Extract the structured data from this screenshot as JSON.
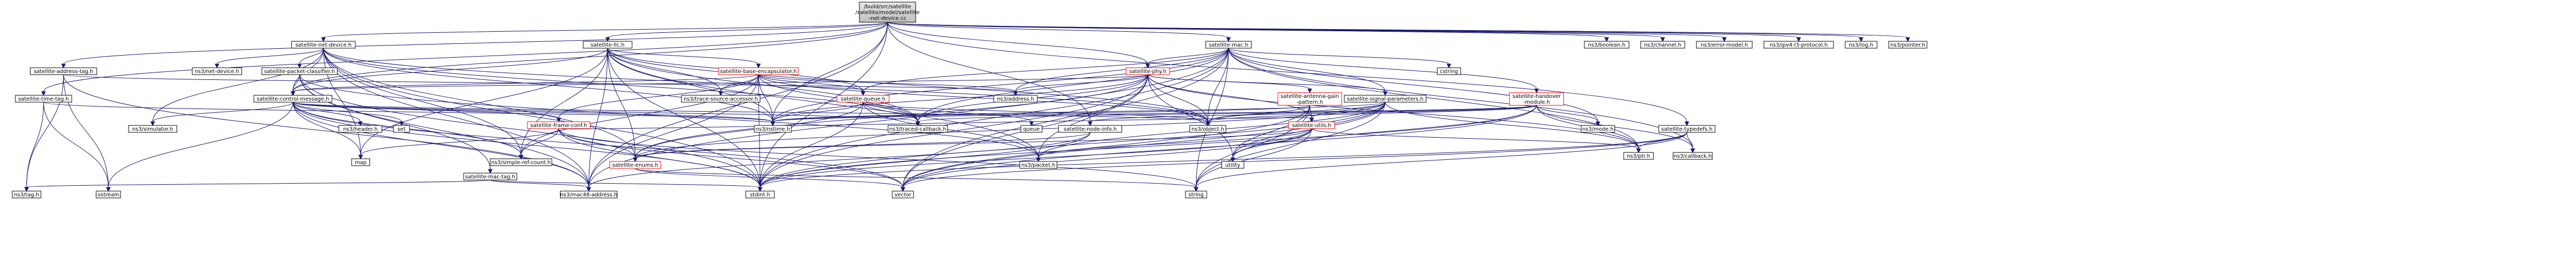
{
  "graph": {
    "root": "n0",
    "nodes": [
      {
        "id": "n0",
        "lines": [
          "/build/src/satellite",
          "/satellite/model/satellite",
          "-net-device.cc"
        ],
        "style": "root"
      },
      {
        "id": "n1",
        "lines": [
          "satellite-net-device.h"
        ],
        "style": "normal"
      },
      {
        "id": "n2",
        "lines": [
          "satellite-address-tag.h"
        ],
        "style": "normal"
      },
      {
        "id": "n3",
        "lines": [
          "satellite-time-tag.h"
        ],
        "style": "normal"
      },
      {
        "id": "n4",
        "lines": [
          "satellite-llc.h"
        ],
        "style": "normal"
      },
      {
        "id": "n5",
        "lines": [
          "satellite-mac.h"
        ],
        "style": "normal"
      },
      {
        "id": "n6",
        "lines": [
          "satellite-typedefs.h"
        ],
        "style": "normal"
      },
      {
        "id": "n7",
        "lines": [
          "satellite-packet-classifier.h"
        ],
        "style": "normal"
      },
      {
        "id": "n8",
        "lines": [
          "ns3/net-device.h"
        ],
        "style": "normal"
      },
      {
        "id": "n9",
        "lines": [
          "satellite-base-encapsulator.h"
        ],
        "style": "red"
      },
      {
        "id": "n10",
        "lines": [
          "satellite-phy.h"
        ],
        "style": "red"
      },
      {
        "id": "n11",
        "lines": [
          "satellite-control-message.h"
        ],
        "style": "normal"
      },
      {
        "id": "n12",
        "lines": [
          "satellite-queue.h"
        ],
        "style": "red"
      },
      {
        "id": "n13",
        "lines": [
          "ns3/trace-source-accessor.h"
        ],
        "style": "normal"
      },
      {
        "id": "n14",
        "lines": [
          "ns3/address.h"
        ],
        "style": "normal"
      },
      {
        "id": "n15",
        "lines": [
          "satellite-antenna-gain",
          "-pattern.h"
        ],
        "style": "red"
      },
      {
        "id": "n16",
        "lines": [
          "satellite-signal-parameters.h"
        ],
        "style": "normal"
      },
      {
        "id": "n17",
        "lines": [
          "satellite-handover",
          "-module.h"
        ],
        "style": "red"
      },
      {
        "id": "n18",
        "lines": [
          "cstring"
        ],
        "style": "normal"
      },
      {
        "id": "n19",
        "lines": [
          "ns3/boolean.h"
        ],
        "style": "normal"
      },
      {
        "id": "n20",
        "lines": [
          "ns3/channel.h"
        ],
        "style": "normal"
      },
      {
        "id": "n21",
        "lines": [
          "ns3/error-model.h"
        ],
        "style": "normal"
      },
      {
        "id": "n22",
        "lines": [
          "ns3/ipv4-l3-protocol.h"
        ],
        "style": "normal"
      },
      {
        "id": "n23",
        "lines": [
          "ns3/log.h"
        ],
        "style": "normal"
      },
      {
        "id": "n24",
        "lines": [
          "ns3/pointer.h"
        ],
        "style": "normal"
      },
      {
        "id": "n25",
        "lines": [
          "ns3/simulator.h"
        ],
        "style": "normal"
      },
      {
        "id": "n26",
        "lines": [
          "ns3/header.h"
        ],
        "style": "normal"
      },
      {
        "id": "n27",
        "lines": [
          "set"
        ],
        "style": "normal"
      },
      {
        "id": "n28",
        "lines": [
          "satellite-frame-conf.h"
        ],
        "style": "red"
      },
      {
        "id": "n29",
        "lines": [
          "ns3/nstime.h"
        ],
        "style": "normal"
      },
      {
        "id": "n30",
        "lines": [
          "ns3/traced-callback.h"
        ],
        "style": "normal"
      },
      {
        "id": "n31",
        "lines": [
          "queue"
        ],
        "style": "normal"
      },
      {
        "id": "n32",
        "lines": [
          "satellite-node-info.h"
        ],
        "style": "normal"
      },
      {
        "id": "n33",
        "lines": [
          "ns3/object.h"
        ],
        "style": "normal"
      },
      {
        "id": "n34",
        "lines": [
          "satellite-utils.h"
        ],
        "style": "red"
      },
      {
        "id": "n35",
        "lines": [
          "ns3/mode.h"
        ],
        "style": "normal"
      },
      {
        "id": "n36",
        "lines": [
          "ns3/ptr.h"
        ],
        "style": "normal"
      },
      {
        "id": "n37",
        "lines": [
          "ns3/callback.h"
        ],
        "style": "normal"
      },
      {
        "id": "n38",
        "lines": [
          "ns3/tag.h"
        ],
        "style": "normal"
      },
      {
        "id": "n39",
        "lines": [
          "ostream"
        ],
        "style": "normal"
      },
      {
        "id": "n40",
        "lines": [
          "map"
        ],
        "style": "normal"
      },
      {
        "id": "n41",
        "lines": [
          "ns3/simple-ref-count.h"
        ],
        "style": "normal"
      },
      {
        "id": "n42",
        "lines": [
          "satellite-mac-tag.h"
        ],
        "style": "normal"
      },
      {
        "id": "n43",
        "lines": [
          "ns3/mac48-address.h"
        ],
        "style": "normal"
      },
      {
        "id": "n44",
        "lines": [
          "stdint.h"
        ],
        "style": "normal"
      },
      {
        "id": "n45",
        "lines": [
          "satellite-enums.h"
        ],
        "style": "red"
      },
      {
        "id": "n46",
        "lines": [
          "vector"
        ],
        "style": "normal"
      },
      {
        "id": "n47",
        "lines": [
          "ns3/packet.h"
        ],
        "style": "normal"
      },
      {
        "id": "n48",
        "lines": [
          "string"
        ],
        "style": "normal"
      },
      {
        "id": "n49",
        "lines": [
          "utility"
        ],
        "style": "normal"
      }
    ],
    "edges": [
      [
        "n0",
        "n1"
      ],
      [
        "n0",
        "n2"
      ],
      [
        "n0",
        "n3"
      ],
      [
        "n0",
        "n4"
      ],
      [
        "n0",
        "n5"
      ],
      [
        "n0",
        "n6"
      ],
      [
        "n0",
        "n10"
      ],
      [
        "n0",
        "n11"
      ],
      [
        "n0",
        "n19"
      ],
      [
        "n0",
        "n20"
      ],
      [
        "n0",
        "n21"
      ],
      [
        "n0",
        "n22"
      ],
      [
        "n0",
        "n23"
      ],
      [
        "n0",
        "n24"
      ],
      [
        "n0",
        "n29"
      ],
      [
        "n0",
        "n32"
      ],
      [
        "n0",
        "n43"
      ],
      [
        "n0",
        "n44"
      ],
      [
        "n1",
        "n7"
      ],
      [
        "n1",
        "n8"
      ],
      [
        "n1",
        "n11"
      ],
      [
        "n1",
        "n25"
      ],
      [
        "n1",
        "n29"
      ],
      [
        "n1",
        "n30"
      ],
      [
        "n1",
        "n33"
      ],
      [
        "n1",
        "n40"
      ],
      [
        "n1",
        "n41"
      ],
      [
        "n1",
        "n43"
      ],
      [
        "n1",
        "n44"
      ],
      [
        "n1",
        "n45"
      ],
      [
        "n2",
        "n14"
      ],
      [
        "n2",
        "n38"
      ],
      [
        "n2",
        "n39"
      ],
      [
        "n2",
        "n43"
      ],
      [
        "n3",
        "n29"
      ],
      [
        "n3",
        "n38"
      ],
      [
        "n3",
        "n39"
      ],
      [
        "n4",
        "n9"
      ],
      [
        "n4",
        "n11"
      ],
      [
        "n4",
        "n12"
      ],
      [
        "n4",
        "n13"
      ],
      [
        "n4",
        "n29"
      ],
      [
        "n4",
        "n30"
      ],
      [
        "n4",
        "n33"
      ],
      [
        "n4",
        "n40"
      ],
      [
        "n4",
        "n41"
      ],
      [
        "n4",
        "n43"
      ],
      [
        "n4",
        "n44"
      ],
      [
        "n4",
        "n45"
      ],
      [
        "n4",
        "n47"
      ],
      [
        "n5",
        "n10"
      ],
      [
        "n5",
        "n12"
      ],
      [
        "n5",
        "n14"
      ],
      [
        "n5",
        "n16"
      ],
      [
        "n5",
        "n17"
      ],
      [
        "n5",
        "n18"
      ],
      [
        "n5",
        "n29"
      ],
      [
        "n5",
        "n30"
      ],
      [
        "n5",
        "n33"
      ],
      [
        "n5",
        "n35"
      ],
      [
        "n5",
        "n36"
      ],
      [
        "n5",
        "n37"
      ],
      [
        "n5",
        "n43"
      ],
      [
        "n5",
        "n44"
      ],
      [
        "n5",
        "n46"
      ],
      [
        "n5",
        "n48"
      ],
      [
        "n6",
        "n36"
      ],
      [
        "n6",
        "n37"
      ],
      [
        "n6",
        "n44"
      ],
      [
        "n6",
        "n46"
      ],
      [
        "n6",
        "n48"
      ],
      [
        "n7",
        "n11"
      ],
      [
        "n7",
        "n42"
      ],
      [
        "n7",
        "n43"
      ],
      [
        "n7",
        "n44"
      ],
      [
        "n7",
        "n47"
      ],
      [
        "n9",
        "n11"
      ],
      [
        "n9",
        "n12"
      ],
      [
        "n9",
        "n13"
      ],
      [
        "n9",
        "n14"
      ],
      [
        "n9",
        "n28"
      ],
      [
        "n9",
        "n29"
      ],
      [
        "n9",
        "n30"
      ],
      [
        "n9",
        "n33"
      ],
      [
        "n9",
        "n41"
      ],
      [
        "n9",
        "n43"
      ],
      [
        "n9",
        "n44"
      ],
      [
        "n10",
        "n11"
      ],
      [
        "n10",
        "n14"
      ],
      [
        "n10",
        "n15"
      ],
      [
        "n10",
        "n16"
      ],
      [
        "n10",
        "n29"
      ],
      [
        "n10",
        "n30"
      ],
      [
        "n10",
        "n33"
      ],
      [
        "n10",
        "n34"
      ],
      [
        "n10",
        "n36"
      ],
      [
        "n10",
        "n44"
      ],
      [
        "n10",
        "n45"
      ],
      [
        "n10",
        "n46"
      ],
      [
        "n10",
        "n47"
      ],
      [
        "n10",
        "n49"
      ],
      [
        "n11",
        "n25"
      ],
      [
        "n11",
        "n26"
      ],
      [
        "n11",
        "n27"
      ],
      [
        "n11",
        "n28"
      ],
      [
        "n11",
        "n29"
      ],
      [
        "n11",
        "n30"
      ],
      [
        "n11",
        "n33"
      ],
      [
        "n11",
        "n39"
      ],
      [
        "n11",
        "n40"
      ],
      [
        "n11",
        "n41"
      ],
      [
        "n11",
        "n43"
      ],
      [
        "n11",
        "n44"
      ],
      [
        "n11",
        "n46"
      ],
      [
        "n12",
        "n29"
      ],
      [
        "n12",
        "n30"
      ],
      [
        "n12",
        "n31"
      ],
      [
        "n12",
        "n33"
      ],
      [
        "n12",
        "n44"
      ],
      [
        "n12",
        "n45"
      ],
      [
        "n12",
        "n47"
      ],
      [
        "n15",
        "n29"
      ],
      [
        "n15",
        "n33"
      ],
      [
        "n15",
        "n34"
      ],
      [
        "n15",
        "n46"
      ],
      [
        "n15",
        "n48"
      ],
      [
        "n15",
        "n49"
      ],
      [
        "n16",
        "n29"
      ],
      [
        "n16",
        "n33"
      ],
      [
        "n16",
        "n34"
      ],
      [
        "n16",
        "n36"
      ],
      [
        "n16",
        "n44"
      ],
      [
        "n16",
        "n45"
      ],
      [
        "n16",
        "n46"
      ],
      [
        "n16",
        "n47"
      ],
      [
        "n16",
        "n48"
      ],
      [
        "n16",
        "n49"
      ],
      [
        "n17",
        "n29"
      ],
      [
        "n17",
        "n30"
      ],
      [
        "n17",
        "n32"
      ],
      [
        "n17",
        "n33"
      ],
      [
        "n17",
        "n35"
      ],
      [
        "n17",
        "n36"
      ],
      [
        "n17",
        "n37"
      ],
      [
        "n17",
        "n44"
      ],
      [
        "n17",
        "n46"
      ],
      [
        "n17",
        "n49"
      ],
      [
        "n28",
        "n34"
      ],
      [
        "n28",
        "n40"
      ],
      [
        "n28",
        "n41"
      ],
      [
        "n28",
        "n44"
      ],
      [
        "n28",
        "n45"
      ],
      [
        "n28",
        "n46"
      ],
      [
        "n28",
        "n48"
      ],
      [
        "n32",
        "n43"
      ],
      [
        "n32",
        "n44"
      ],
      [
        "n32",
        "n45"
      ],
      [
        "n34",
        "n36"
      ],
      [
        "n34",
        "n44"
      ],
      [
        "n34",
        "n45"
      ],
      [
        "n34",
        "n46"
      ],
      [
        "n34",
        "n47"
      ],
      [
        "n34",
        "n48"
      ],
      [
        "n34",
        "n49"
      ],
      [
        "n42",
        "n38"
      ],
      [
        "n42",
        "n43"
      ],
      [
        "n42",
        "n44"
      ],
      [
        "n45",
        "n46"
      ],
      [
        "n45",
        "n48"
      ]
    ]
  }
}
